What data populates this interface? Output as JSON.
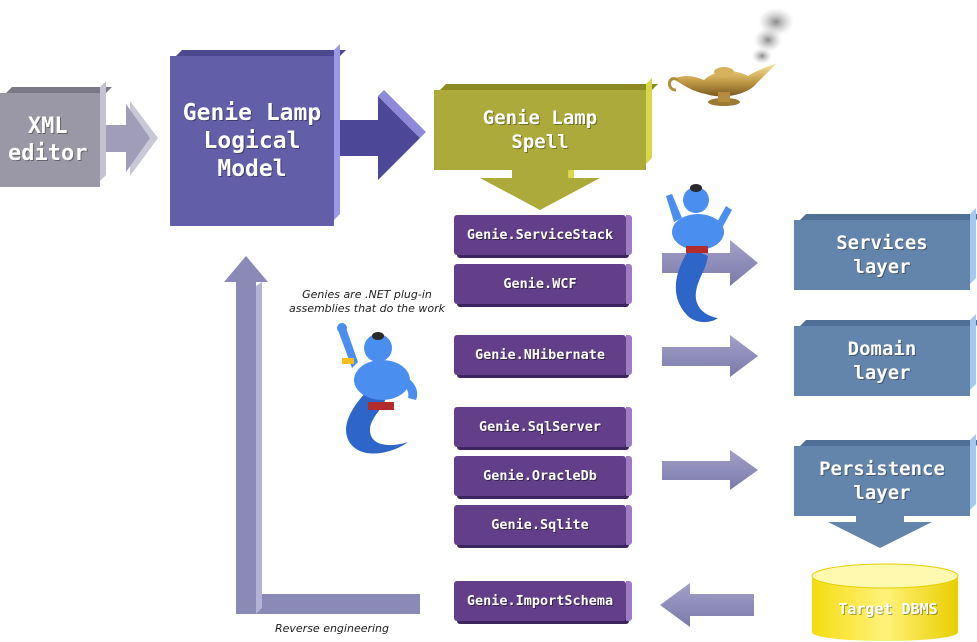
{
  "xml_editor": {
    "label": "XML\neditor"
  },
  "logical_model": {
    "label": "Genie Lamp\nLogical\nModel"
  },
  "spell": {
    "label": "Genie Lamp\nSpell"
  },
  "plugins": [
    {
      "label": "Genie.ServiceStack"
    },
    {
      "label": "Genie.WCF"
    },
    {
      "label": "Genie.NHibernate"
    },
    {
      "label": "Genie.SqlServer"
    },
    {
      "label": "Genie.OracleDb"
    },
    {
      "label": "Genie.Sqlite"
    },
    {
      "label": "Genie.ImportSchema"
    }
  ],
  "layers": [
    {
      "label": "Services\nlayer"
    },
    {
      "label": "Domain\nlayer"
    },
    {
      "label": "Persistence\nlayer"
    }
  ],
  "database": {
    "label": "Target DBMS"
  },
  "notes": {
    "genies": "Genies are .NET plug-in\nassemblies that do the work",
    "reverse": "Reverse engineering"
  },
  "colors": {
    "arrow": "#8b89b6",
    "model": "#625ea8",
    "spell": "#abaa3a",
    "plugin": "#633f8a",
    "layer": "#6385ac",
    "database": "#f4e21a",
    "genie": "#3d7de0"
  }
}
